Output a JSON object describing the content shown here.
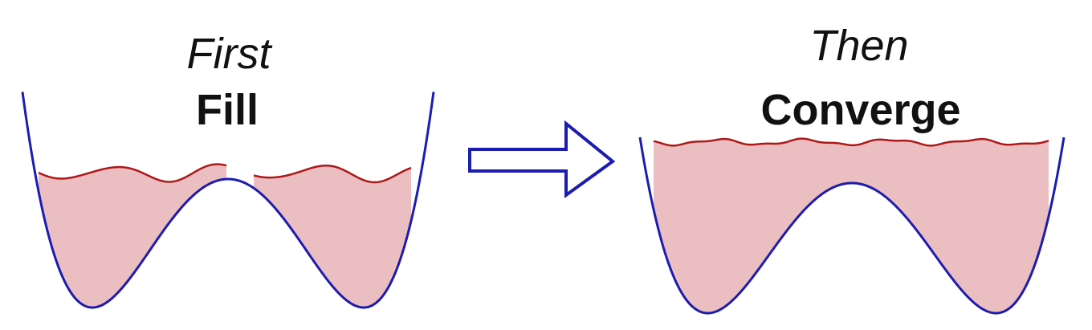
{
  "panels": [
    {
      "italic_word": "First",
      "bold_word": "Fill"
    },
    {
      "italic_word": "Then",
      "bold_word": "Converge"
    }
  ],
  "colors": {
    "well_stroke": "#1c1cb0",
    "fill_area": "#ebbfc1",
    "surface_stroke": "#b01818",
    "arrow_stroke": "#1c1cb0"
  },
  "icons": {
    "arrow": "right-arrow-icon"
  }
}
